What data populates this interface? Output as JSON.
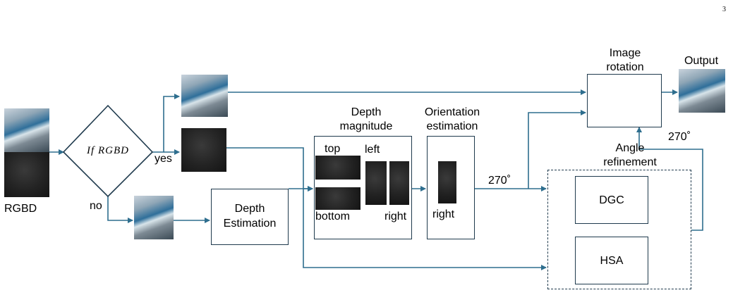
{
  "page_number": "3",
  "labels": {
    "rgbd": "RGBD",
    "decision": "If RGBD",
    "yes": "yes",
    "no": "no",
    "depth_estimation": "Depth Estimation",
    "depth_magnitude": "Depth magnitude",
    "top": "top",
    "bottom": "bottom",
    "left": "left",
    "right": "right",
    "orientation_estimation": "Orientation estimation",
    "orientation_right": "right",
    "angle_270_a": "270˚",
    "image_rotation": "Image rotation",
    "output": "Output",
    "angle_270_b": "270˚",
    "angle_refinement": "Angle refinement",
    "dgc": "DGC",
    "hsa": "HSA"
  },
  "colors": {
    "arrow": "#2e6e8e",
    "box_border": "#1f3a4d"
  }
}
